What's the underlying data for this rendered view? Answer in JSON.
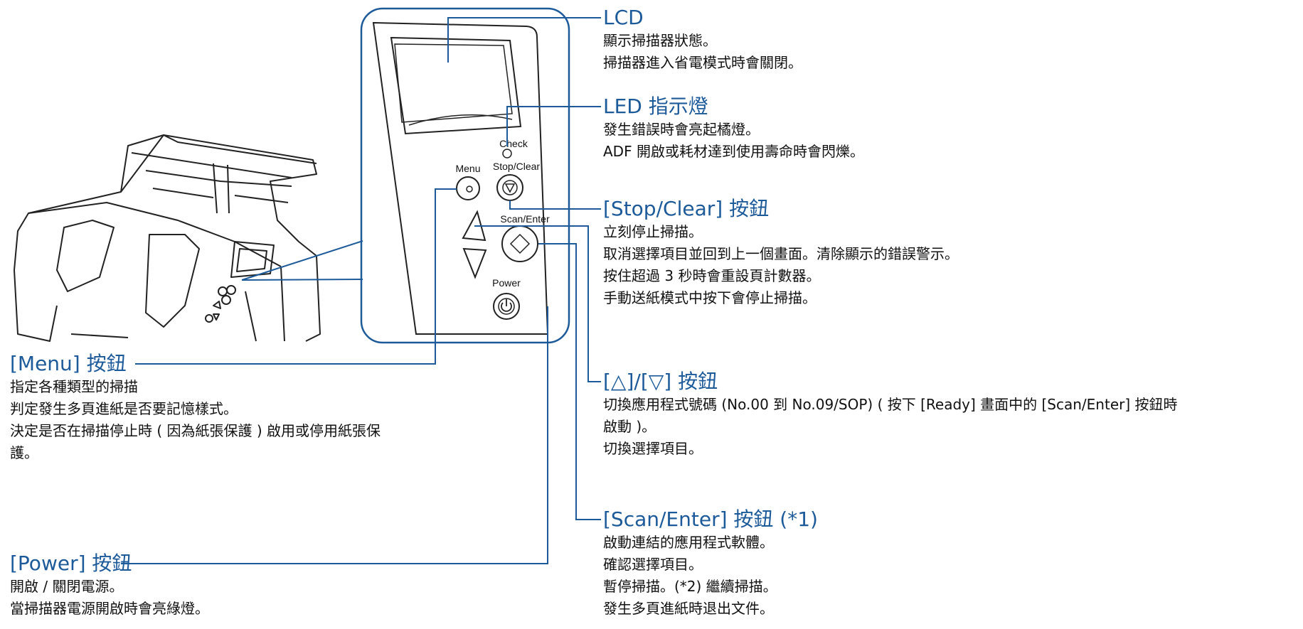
{
  "colors": {
    "heading": "#1d5a9a",
    "leader": "#1d5a9a",
    "outline": "#222222",
    "body": "#111111"
  },
  "panel_labels": {
    "check": "Check",
    "menu": "Menu",
    "stop_clear": "Stop/Clear",
    "scan_enter": "Scan/Enter",
    "power": "Power"
  },
  "callouts": {
    "lcd": {
      "heading": "LCD",
      "lines": [
        "顯示掃描器狀態。",
        "掃描器進入省電模式時會關閉。"
      ]
    },
    "led": {
      "heading": "LED 指示燈",
      "lines": [
        "發生錯誤時會亮起橘燈。",
        "ADF 開啟或耗材達到使用壽命時會閃爍。"
      ]
    },
    "stop_clear": {
      "heading": "[Stop/Clear] 按鈕",
      "lines": [
        "立刻停止掃描。",
        "取消選擇項目並回到上一個畫面。清除顯示的錯誤警示。",
        "按住超過 3 秒時會重設頁計數器。",
        "手動送紙模式中按下會停止掃描。"
      ]
    },
    "updown": {
      "heading": "[△]/[▽] 按鈕",
      "lines": [
        "切換應用程式號碼 (No.00 到 No.09/SOP) ( 按下 [Ready] 畫面中的 [Scan/Enter] 按鈕時",
        "啟動 )。",
        "切換選擇項目。"
      ]
    },
    "scan_enter": {
      "heading": "[Scan/Enter] 按鈕 (*1)",
      "lines": [
        "啟動連結的應用程式軟體。",
        "確認選擇項目。",
        "暫停掃描。(*2) 繼續掃描。",
        "發生多頁進紙時退出文件。"
      ]
    },
    "menu": {
      "heading": "[Menu] 按鈕",
      "lines": [
        "指定各種類型的掃描",
        "判定發生多頁進紙是否要記憶樣式。",
        "決定是否在掃描停止時 ( 因為紙張保護 ) 啟用或停用紙張保",
        "護。"
      ]
    },
    "power": {
      "heading": "[Power] 按鈕",
      "lines": [
        "開啟 / 關閉電源。",
        "當掃描器電源開啟時會亮綠燈。"
      ]
    }
  }
}
